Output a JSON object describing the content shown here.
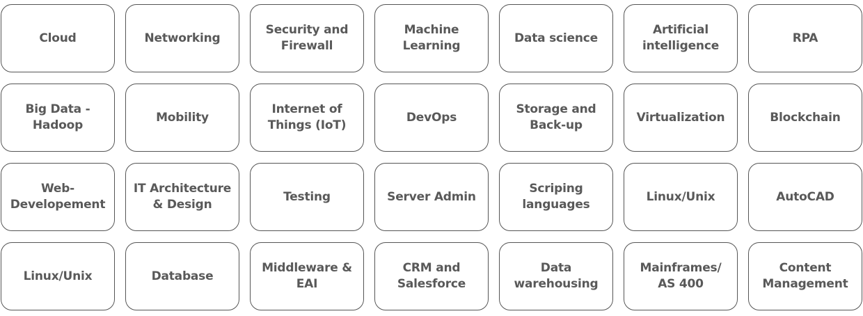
{
  "tiles": [
    {
      "label": "Cloud"
    },
    {
      "label": "Networking"
    },
    {
      "label": "Security and\nFirewall"
    },
    {
      "label": "Machine\nLearning"
    },
    {
      "label": "Data science"
    },
    {
      "label": "Artificial\nintelligence"
    },
    {
      "label": "RPA"
    },
    {
      "label": "Big Data -\nHadoop"
    },
    {
      "label": "Mobility"
    },
    {
      "label": "Internet of\nThings (IoT)"
    },
    {
      "label": "DevOps"
    },
    {
      "label": "Storage and\nBack-up"
    },
    {
      "label": "Virtualization"
    },
    {
      "label": "Blockchain"
    },
    {
      "label": "Web-\nDevelopement"
    },
    {
      "label": "IT Architecture\n& Design"
    },
    {
      "label": "Testing"
    },
    {
      "label": "Server Admin"
    },
    {
      "label": "Scriping\nlanguages"
    },
    {
      "label": "Linux/Unix"
    },
    {
      "label": "AutoCAD"
    },
    {
      "label": "Linux/Unix"
    },
    {
      "label": "Database"
    },
    {
      "label": "Middleware &\nEAI"
    },
    {
      "label": "CRM and\nSalesforce"
    },
    {
      "label": "Data\nwarehousing"
    },
    {
      "label": "Mainframes/\nAS 400"
    },
    {
      "label": "Content\nManagement"
    }
  ]
}
